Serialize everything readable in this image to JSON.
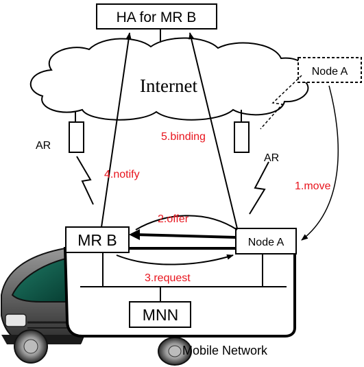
{
  "nodes": {
    "ha": "HA for MR B",
    "internet": "Internet",
    "node_a_remote": "Node A",
    "ar_left": "AR",
    "ar_right": "AR",
    "mr_b": "MR B",
    "node_a_local": "Node A",
    "mnn": "MNN",
    "mobile_network": "Mobile Network"
  },
  "steps": {
    "move": "1.move",
    "offer": "2.offer",
    "request": "3.request",
    "notify": "4.notify",
    "binding": "5.binding"
  },
  "colors": {
    "step_label": "#e8141d",
    "line": "#000000",
    "car_body": "#4a4a4a",
    "car_window": "#0e5c4b"
  }
}
